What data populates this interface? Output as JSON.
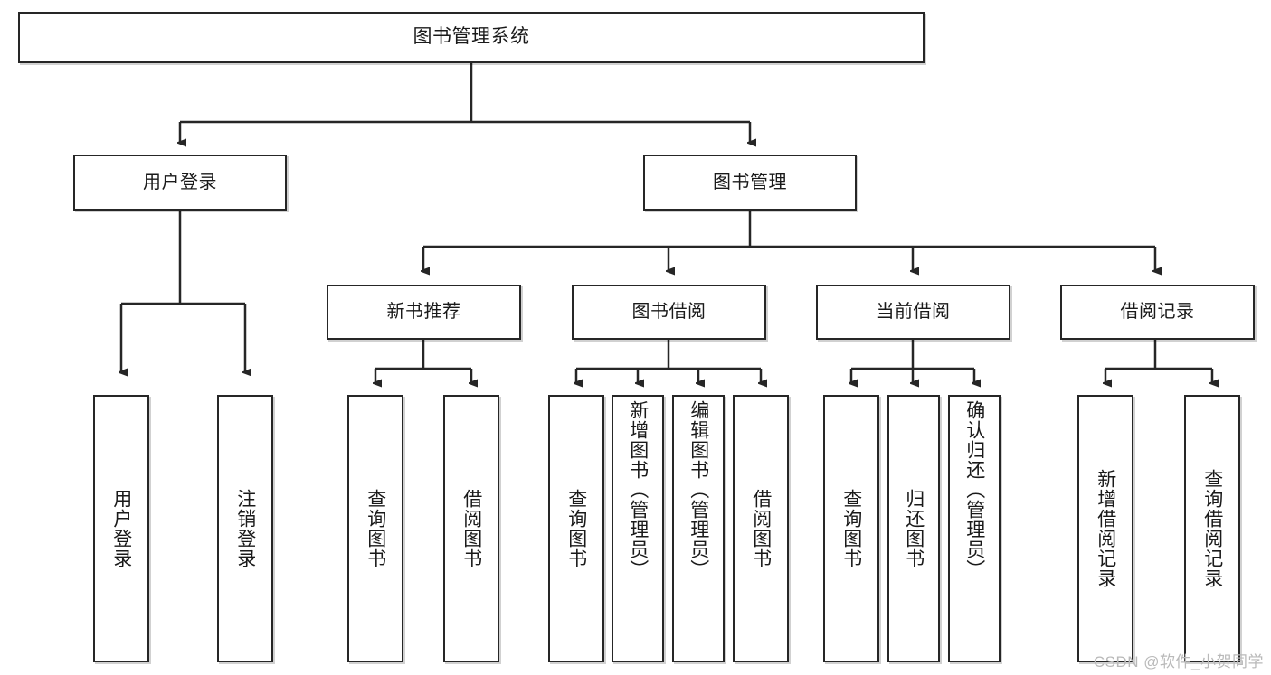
{
  "diagram": {
    "type": "tree",
    "title": "图书管理系统",
    "root": {
      "label": "图书管理系统"
    },
    "level2": [
      {
        "label": "用户登录"
      },
      {
        "label": "图书管理"
      }
    ],
    "level3": [
      {
        "label": "新书推荐"
      },
      {
        "label": "图书借阅"
      },
      {
        "label": "当前借阅"
      },
      {
        "label": "借阅记录"
      }
    ],
    "leaves": {
      "user_login": [
        {
          "label": "用户登录"
        },
        {
          "label": "注销登录"
        }
      ],
      "new_book_recommend": [
        {
          "label": "查询图书"
        },
        {
          "label": "借阅图书"
        }
      ],
      "book_borrow": [
        {
          "label": "查询图书"
        },
        {
          "label": "新增图书（管理员）"
        },
        {
          "label": "编辑图书（管理员）"
        },
        {
          "label": "借阅图书"
        }
      ],
      "current_borrow": [
        {
          "label": "查询图书"
        },
        {
          "label": "归还图书"
        },
        {
          "label": "确认归还（管理员）"
        }
      ],
      "borrow_record": [
        {
          "label": "新增借阅记录"
        },
        {
          "label": "查询借阅记录"
        }
      ]
    },
    "watermark": "CSDN @软件_小贺同学",
    "colors": {
      "line": "#262626",
      "box_border": "#262626",
      "box_fill": "#ffffff",
      "text": "#1a1a1a",
      "watermark": "#b9b9b9"
    }
  }
}
